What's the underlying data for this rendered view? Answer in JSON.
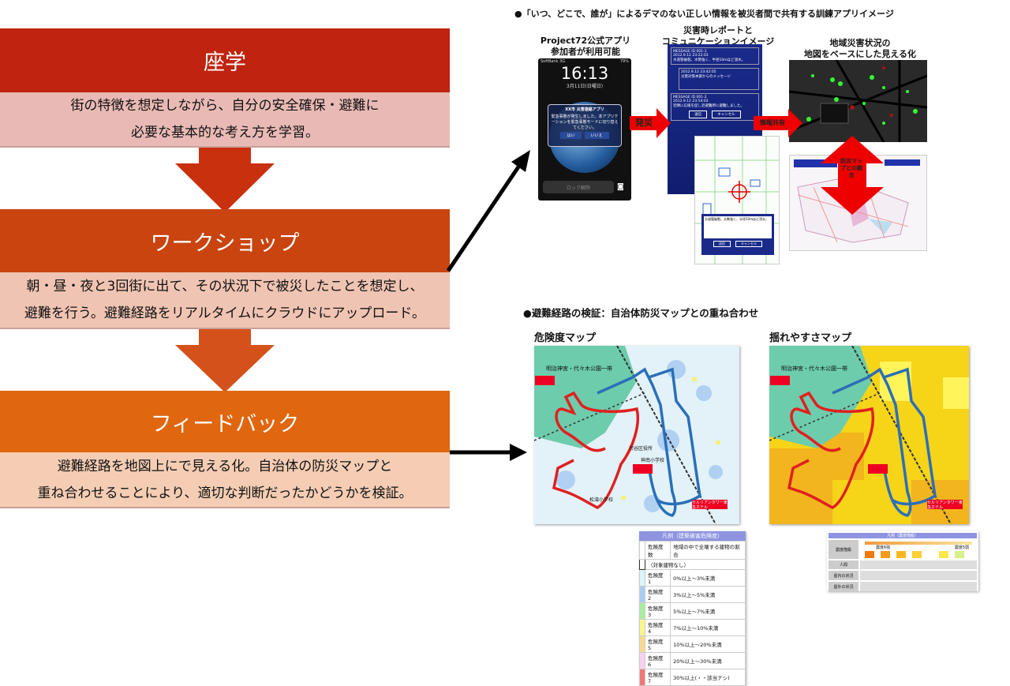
{
  "steps": [
    {
      "title": "座学",
      "lines": [
        "街の特徴を想定しながら、自分の安全確保・避難に",
        "必要な基本的な考え方を学習。"
      ]
    },
    {
      "title": "ワークショップ",
      "lines": [
        "朝・昼・夜と3回街に出て、その状況下で被災したことを想定し、",
        "避難を行う。避難経路をリアルタイムにクラウドにアップロード。"
      ]
    },
    {
      "title": "フィードバック",
      "lines": [
        "避難経路を地図上にで見える化。自治体の防災マップと",
        "重ね合わせることにより、適切な判断だったかどうかを検証。"
      ]
    }
  ],
  "colors": {
    "step1": "#c0230f",
    "step2": "#c9440f",
    "step3": "#e0660f"
  },
  "app_section": {
    "title": "●「いつ、どこで、誰が」によるデマのない正しい情報を被災者間で共有する訓練アプリイメージ",
    "label1": [
      "Project72公式アプリ",
      "参加者が利用可能"
    ],
    "label2": [
      "災害時レポートと",
      "コミュニケーションイメージ"
    ],
    "label3": [
      "地域災害状況の",
      "地図をベースにした見える化"
    ],
    "phone": {
      "carrier": "SoftBank 3G",
      "battery": "79%",
      "time": "16:13",
      "date": "3月11日(日曜日)",
      "alert_title": "XX市 災害連絡アプリ",
      "alert_text": "緊急事態が発生しました。本アプリケーションを緊急事態モードに切り替えてください。",
      "yes": "はい",
      "no": "いいえ",
      "unlock": "ロック解除"
    },
    "messages": [
      {
        "id": "MESSAGE ID 001-1",
        "time": "2012.9.12 23:22:03",
        "text": "水道管破裂。水勢強く、半径10mほど浸水。"
      },
      {
        "id": "",
        "time": "2012.9.12 23:42:05",
        "text": "災害対策本部からのメッセージ"
      },
      {
        "id": "MESSAGE ID 001-2",
        "time": "2012.9.12 23:54:03",
        "text": "近隣に応援を促し近避難所に避難しました。"
      }
    ],
    "send": "送信",
    "cancel": "キャンセル",
    "arrow1": "発災",
    "arrow2": "情報共有",
    "arrow3": "防災マップとの融合"
  },
  "route_section": {
    "title": "●避難経路の検証：自治体防災マップとの重ね合わせ",
    "map1_title": "危険度マップ",
    "map2_title": "揺れやすさマップ",
    "map_labels": [
      "明治神宮・代々木公園一帯",
      "渋谷区役所",
      "松濤小学校",
      "神南小学校",
      "セルリアンタワー東急ホテル"
    ],
    "legend1": {
      "title": "凡例（建築被害危険度）",
      "col1": "危険度数",
      "col2": "地域の中で全壊する建物の割合",
      "none": "（対象建物なし）",
      "rows": [
        {
          "label": "危険度 1",
          "range": "0%以上～3%未満",
          "color": "#d9f6f8"
        },
        {
          "label": "危険度 2",
          "range": "3%以上～5%未満",
          "color": "#a9cdf2"
        },
        {
          "label": "危険度 3",
          "range": "5%以上～7%未満",
          "color": "#a7ee9f"
        },
        {
          "label": "危険度 4",
          "range": "7%以上～10%未満",
          "color": "#fbf68a"
        },
        {
          "label": "危険度 5",
          "range": "10%以上～20%未満",
          "color": "#f9d98f"
        },
        {
          "label": "危険度 6",
          "range": "20%以上～30%未満",
          "color": "#fbd0ef"
        },
        {
          "label": "危険度 7",
          "range": "30%以上(・・該当ナシ)",
          "color": "#f27878"
        }
      ]
    },
    "legend2": {
      "title": "凡例（震度階級）",
      "rows": [
        "震度階級",
        "人間",
        "屋内の状況",
        "屋外の状況"
      ],
      "scale_low": "震度6強",
      "scale_high": "震度5弱"
    }
  }
}
